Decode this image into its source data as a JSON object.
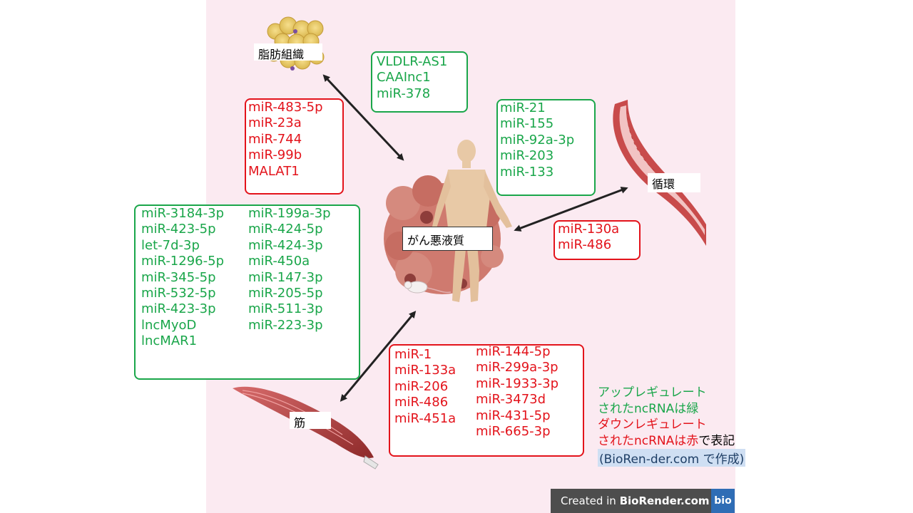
{
  "labels": {
    "adipose": "脂肪組織",
    "circulation": "循環",
    "cachexia": "がん悪液質",
    "muscle": "筋"
  },
  "adipose_up": [
    "VLDLR-AS1",
    "CAAInc1",
    "miR-378"
  ],
  "adipose_down": [
    "miR-483-5p",
    "miR-23a",
    "miR-744",
    "miR-99b",
    "MALAT1"
  ],
  "circulation_up": [
    "miR-21",
    "miR-155",
    "miR-92a-3p",
    "miR-203",
    "miR-133"
  ],
  "circulation_down": [
    "miR-130a",
    "miR-486"
  ],
  "muscle_up_col1": [
    "miR-3184-3p",
    "miR-423-5p",
    "let-7d-3p",
    "miR-1296-5p",
    "miR-345-5p",
    "miR-532-5p",
    "miR-423-3p",
    "lncMyoD",
    "lncMAR1"
  ],
  "muscle_up_col2": [
    "miR-199a-3p",
    "miR-424-5p",
    "miR-424-3p",
    "miR-450a",
    "miR-147-3p",
    "miR-205-5p",
    "miR-511-3p",
    "miR-223-3p"
  ],
  "muscle_down_col1": [
    "miR-1",
    "miR-133a",
    "miR-206",
    "miR-486",
    "miR-451a"
  ],
  "muscle_down_col2": [
    "miR-144-5p",
    "miR-299a-3p",
    "miR-1933-3p",
    "miR-3473d",
    "miR-431-5p",
    "miR-665-3p"
  ],
  "legend": {
    "up_line1": "アップレギュレート",
    "up_line2": "されたncRNAは緑",
    "down_line1": "ダウンレギュレート",
    "down_line2_red": "されたncRNAは赤",
    "down_line2_black": "で表記",
    "credit": "(BioRen-der.com で作成)"
  },
  "badge": {
    "prefix": "Created in ",
    "brand": "BioRender.com",
    "logo": "bio"
  },
  "colors": {
    "upregulated": "#1aa64a",
    "downregulated": "#e3131b",
    "background": "#fbeaf1"
  },
  "icons": [
    "adipose-tissue-illustration",
    "blood-vessel-illustration",
    "tumor-tissue-illustration",
    "human-figure-illustration",
    "mouse-illustration",
    "muscle-illustration"
  ]
}
